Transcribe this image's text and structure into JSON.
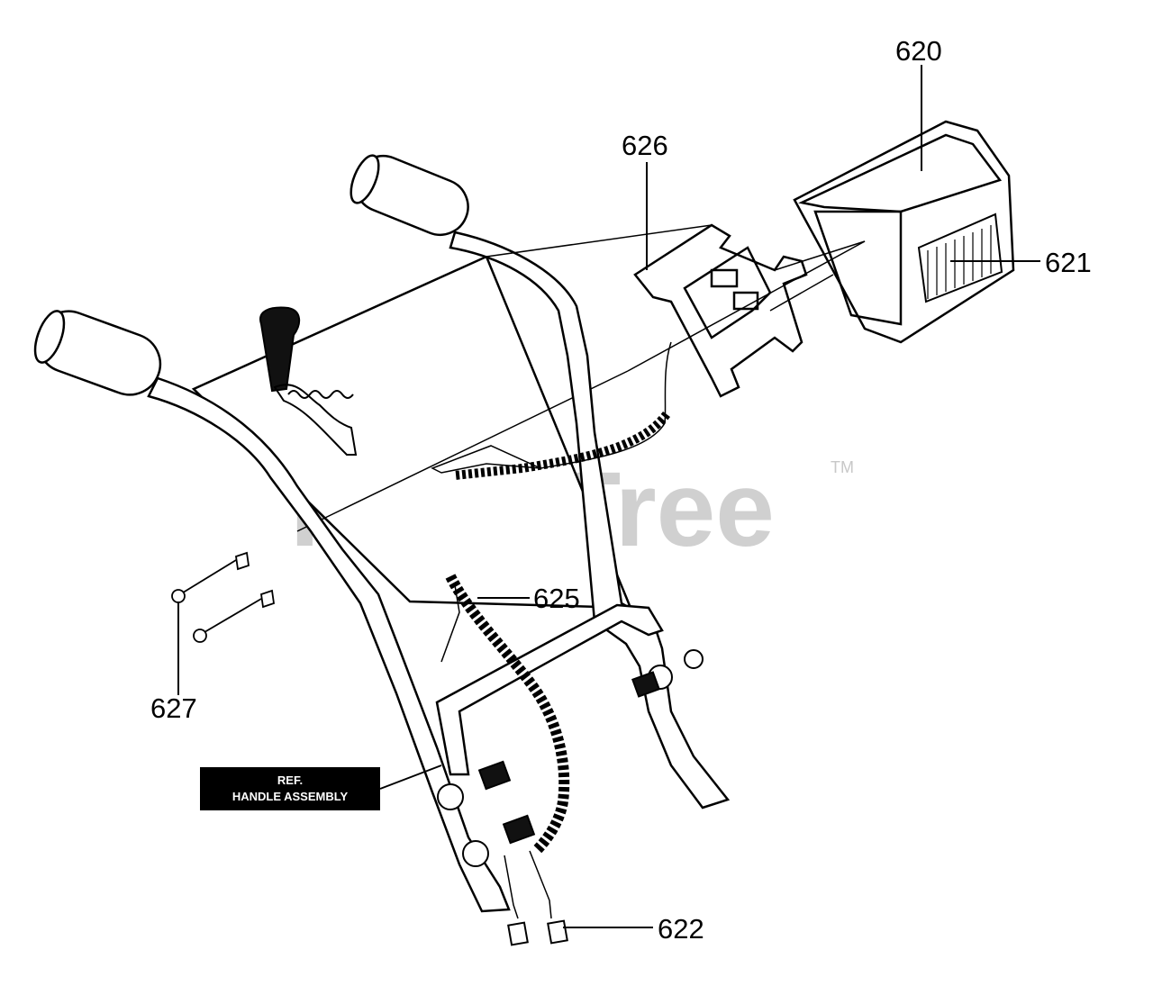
{
  "watermark": {
    "brand": "PartsTree",
    "trademark": "TM"
  },
  "reference_label": {
    "line1": "REF.",
    "line2": "HANDLE ASSEMBLY"
  },
  "callouts": {
    "c620": "620",
    "c621": "621",
    "c622": "622",
    "c625": "625",
    "c626": "626",
    "c627": "627"
  },
  "colors": {
    "line": "#000000",
    "watermark": "#c8c8c8",
    "label_bg": "#000000",
    "label_text": "#ffffff"
  }
}
